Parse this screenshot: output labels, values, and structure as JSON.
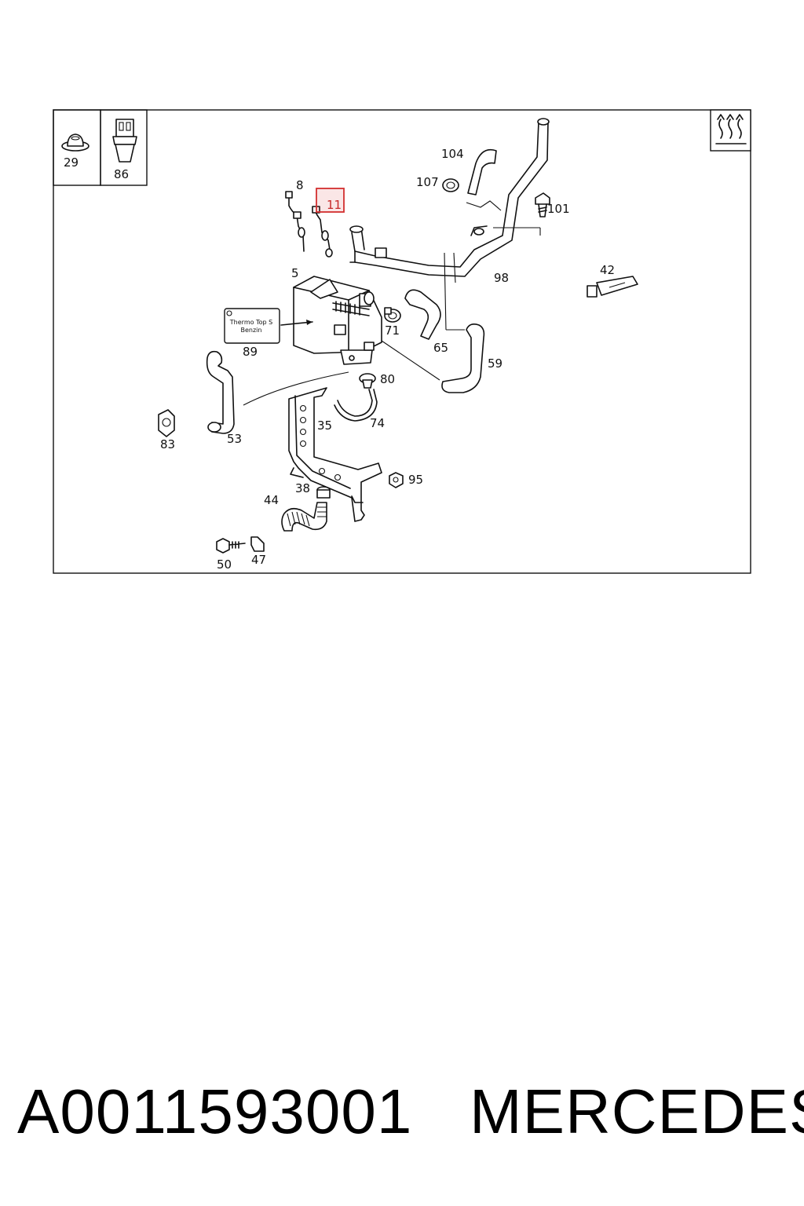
{
  "diagram": {
    "callouts": {
      "c29": "29",
      "c86": "86",
      "c8": "8",
      "c11": "11",
      "c104": "104",
      "c107": "107",
      "c101": "101",
      "c5": "5",
      "c98": "98",
      "c42": "42",
      "c71": "71",
      "c65": "65",
      "c89": "89",
      "c59": "59",
      "c80": "80",
      "c74": "74",
      "c35": "35",
      "c53": "53",
      "c83": "83",
      "c95": "95",
      "c38": "38",
      "c44": "44",
      "c50": "50",
      "c47": "47"
    },
    "highlighted_callout": "11",
    "label_plate_line1": "Thermo Top S",
    "label_plate_line2": "Benzin",
    "highlight_color": "#d32f2f"
  },
  "footer": {
    "part_number": "A0011593001",
    "brand": "MERCEDES"
  }
}
